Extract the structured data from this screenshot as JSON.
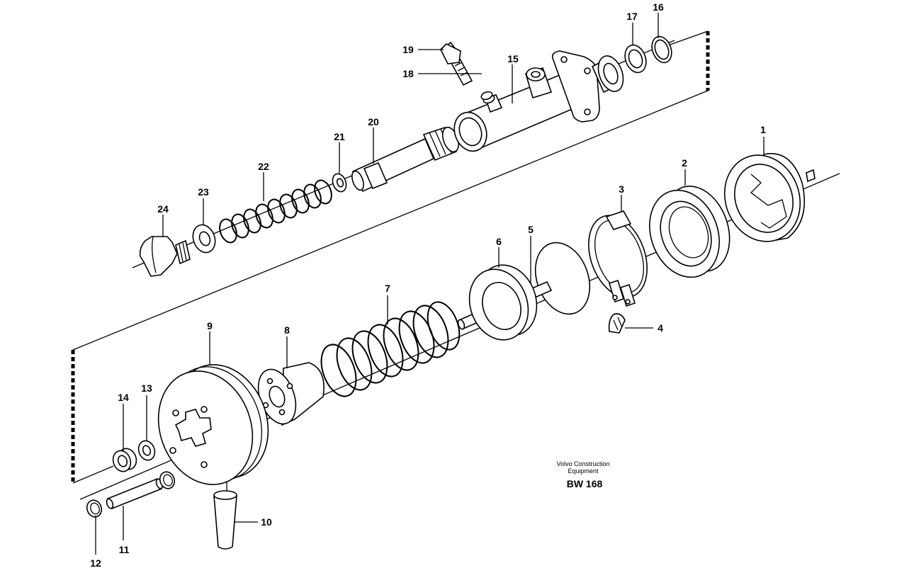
{
  "figure": {
    "callouts": [
      "1",
      "2",
      "3",
      "4",
      "5",
      "6",
      "7",
      "8",
      "9",
      "10",
      "11",
      "12",
      "13",
      "14",
      "15",
      "16",
      "17",
      "18",
      "19",
      "20",
      "21",
      "22",
      "23",
      "24"
    ],
    "caption_line1": "Volvo Construction",
    "caption_line2": "Equipment",
    "drawing_code": "BW 168"
  }
}
